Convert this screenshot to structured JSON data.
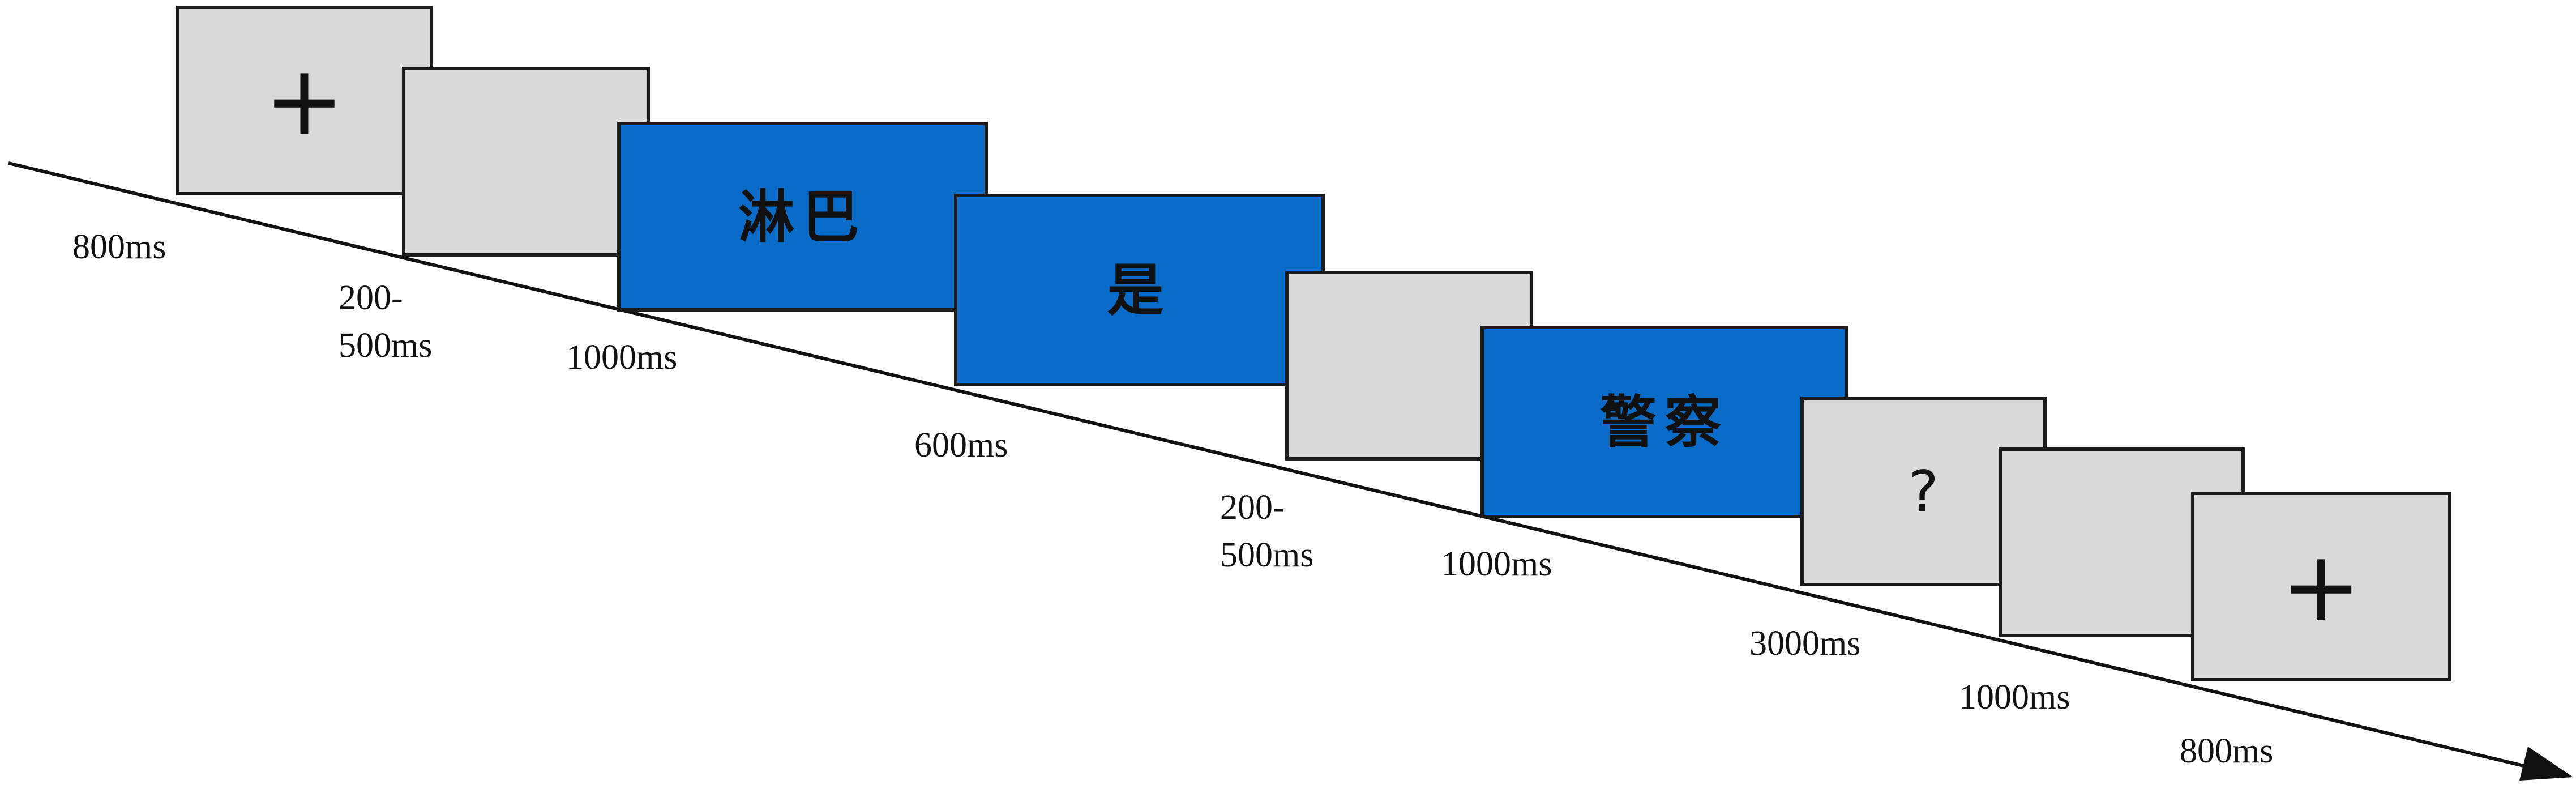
{
  "frames": [
    {
      "id": "fixation-1",
      "text": "+",
      "kind": "fixation",
      "fill": "#d9d9d9"
    },
    {
      "id": "blank-1",
      "text": "",
      "kind": "blank",
      "fill": "#d9d9d9"
    },
    {
      "id": "prime-word",
      "text": "淋巴",
      "kind": "word",
      "fill": "#0a6cc9"
    },
    {
      "id": "copula-word",
      "text": "是",
      "kind": "word",
      "fill": "#0a6cc9"
    },
    {
      "id": "blank-2",
      "text": "",
      "kind": "blank",
      "fill": "#d9d9d9"
    },
    {
      "id": "target-word",
      "text": "警察",
      "kind": "word",
      "fill": "#0a6cc9"
    },
    {
      "id": "question",
      "text": "?",
      "kind": "question",
      "fill": "#d9d9d9"
    },
    {
      "id": "blank-3",
      "text": "",
      "kind": "blank",
      "fill": "#d9d9d9"
    },
    {
      "id": "fixation-2",
      "text": "+",
      "kind": "fixation",
      "fill": "#d9d9d9"
    }
  ],
  "durations": [
    "800ms",
    "200-\n500ms",
    "1000ms",
    "600ms",
    "200-\n500ms",
    "1000ms",
    "3000ms",
    "1000ms",
    "800ms"
  ]
}
